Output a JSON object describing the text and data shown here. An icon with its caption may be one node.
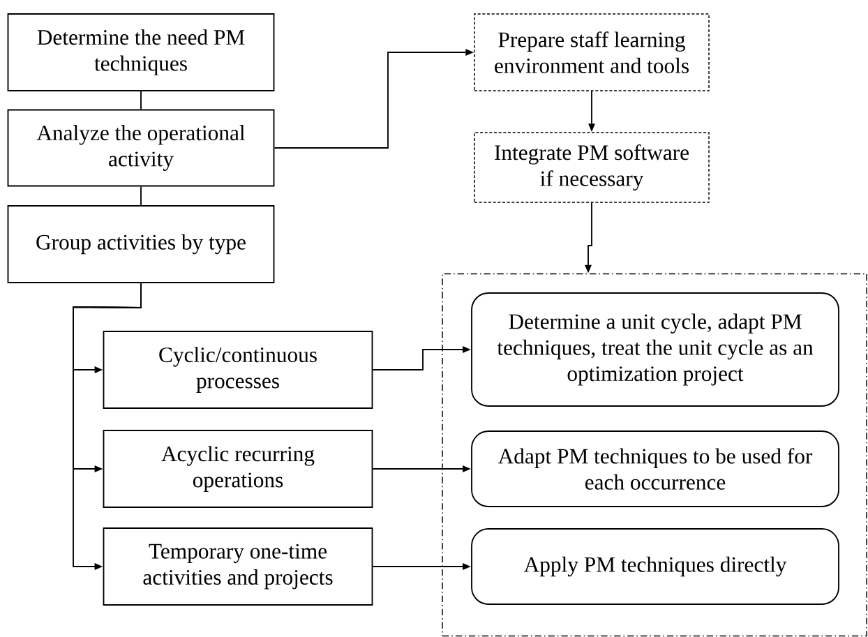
{
  "diagram": {
    "nodes": [
      {
        "text": [
          "Determine the need PM techniques"
        ]
      },
      {
        "text": [
          "Analyze the operational activity"
        ]
      },
      {
        "text": [
          "Group activities by type"
        ]
      },
      {
        "text": [
          "Cyclic/continuous processes"
        ]
      },
      {
        "text": [
          "Acyclic recurring operations"
        ]
      },
      {
        "text": [
          "Temporary one-time activities and projects"
        ]
      },
      {
        "text": [
          "Prepare staff learning environment and tools"
        ]
      },
      {
        "text": [
          "Integrate PM software if necessary"
        ]
      },
      {
        "text": [],
        "shape": "box"
      },
      {
        "text": [
          "Determine a unit cycle, adapt PM techniques, treat the unit cycle as an optimization project"
        ],
        "in": 8
      },
      {
        "text": [
          "Adapt PM techniques to be used for each occurrence"
        ],
        "in": 8
      },
      {
        "text": [
          "Apply PM techniques directly"
        ],
        "in": 8
      }
    ],
    "edges": [
      {
        "from": 0,
        "to": 1,
        "arrow": "none"
      },
      {
        "from": 1,
        "to": 2,
        "arrow": "none"
      },
      {
        "from": 1,
        "to": 6,
        "arrow": "to"
      },
      {
        "from": 6,
        "to": 7,
        "arrow": "to"
      },
      {
        "from": 7,
        "to": 8,
        "arrow": "to"
      },
      {
        "from": 2,
        "to": 3,
        "arrow": "to"
      },
      {
        "from": 2,
        "to": 4,
        "arrow": "to"
      },
      {
        "from": 2,
        "to": 5,
        "arrow": "to"
      },
      {
        "from": 3,
        "to": 9,
        "arrow": "to"
      },
      {
        "from": 4,
        "to": 10,
        "arrow": "to"
      },
      {
        "from": 5,
        "to": 11,
        "arrow": "to"
      }
    ]
  }
}
